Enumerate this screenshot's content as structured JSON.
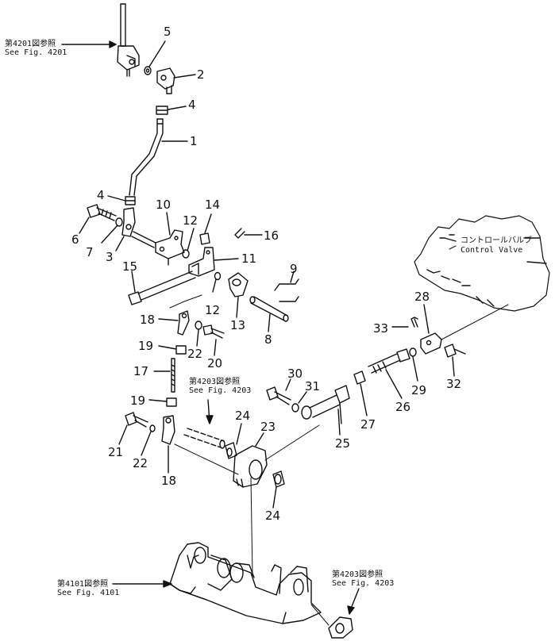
{
  "parts": [
    {
      "id": "p5",
      "label": "5"
    },
    {
      "id": "p2",
      "label": "2"
    },
    {
      "id": "p4a",
      "label": "4"
    },
    {
      "id": "p1",
      "label": "1"
    },
    {
      "id": "p4b",
      "label": "4"
    },
    {
      "id": "p10",
      "label": "10"
    },
    {
      "id": "p14",
      "label": "14"
    },
    {
      "id": "p12a",
      "label": "12"
    },
    {
      "id": "p16",
      "label": "16"
    },
    {
      "id": "p6",
      "label": "6"
    },
    {
      "id": "p7",
      "label": "7"
    },
    {
      "id": "p3",
      "label": "3"
    },
    {
      "id": "p11",
      "label": "11"
    },
    {
      "id": "p15",
      "label": "15"
    },
    {
      "id": "p9",
      "label": "9"
    },
    {
      "id": "p12b",
      "label": "12"
    },
    {
      "id": "p18a",
      "label": "18"
    },
    {
      "id": "p13",
      "label": "13"
    },
    {
      "id": "p8",
      "label": "8"
    },
    {
      "id": "p19a",
      "label": "19"
    },
    {
      "id": "p22a",
      "label": "22"
    },
    {
      "id": "p20",
      "label": "20"
    },
    {
      "id": "p17",
      "label": "17"
    },
    {
      "id": "p19b",
      "label": "19"
    },
    {
      "id": "p21",
      "label": "21"
    },
    {
      "id": "p22b",
      "label": "22"
    },
    {
      "id": "p18b",
      "label": "18"
    },
    {
      "id": "p24a",
      "label": "24"
    },
    {
      "id": "p23",
      "label": "23"
    },
    {
      "id": "p24b",
      "label": "24"
    },
    {
      "id": "p30",
      "label": "30"
    },
    {
      "id": "p31",
      "label": "31"
    },
    {
      "id": "p25",
      "label": "25"
    },
    {
      "id": "p27",
      "label": "27"
    },
    {
      "id": "p26",
      "label": "26"
    },
    {
      "id": "p29",
      "label": "29"
    },
    {
      "id": "p32",
      "label": "32"
    },
    {
      "id": "p28",
      "label": "28"
    },
    {
      "id": "p33",
      "label": "33"
    }
  ],
  "refs": {
    "fig4201_jp": "第4201図参照",
    "fig4201_en": "See Fig. 4201",
    "fig4203a_jp": "第4203図参照",
    "fig4203a_en": "See Fig. 4203",
    "fig4101_jp": "第4101図参照",
    "fig4101_en": "See Fig. 4101",
    "fig4203b_jp": "第4203図参照",
    "fig4203b_en": "See Fig. 4203",
    "control_valve_jp": "コントロールバルブ",
    "control_valve_en": "Control Valve"
  },
  "colors": {
    "ink": "#111111",
    "paper": "#ffffff"
  }
}
